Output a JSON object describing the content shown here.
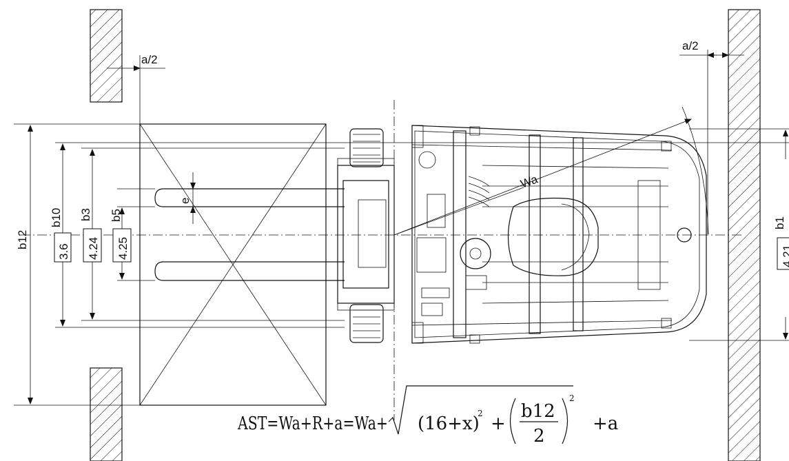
{
  "labels": {
    "a_half_left": "a/2",
    "a_half_right": "a/2",
    "b12": "b12",
    "b10": "b10",
    "b3": "b3",
    "b5": "b5",
    "e": "e",
    "wa": "Wa",
    "b1": "b1"
  },
  "values": {
    "b10": "3.6",
    "b3": "4.24",
    "b5": "4.25",
    "b1": "4.21"
  },
  "formula": {
    "lhs": "AST=Wa+R+a=Wa+",
    "term1": "(16+x)",
    "exp1": "2",
    "plus": "+",
    "numerator": "b12",
    "denominator": "2",
    "exp2": "2",
    "tail": "+a"
  },
  "colors": {
    "line": "#111111",
    "background": "#ffffff"
  }
}
